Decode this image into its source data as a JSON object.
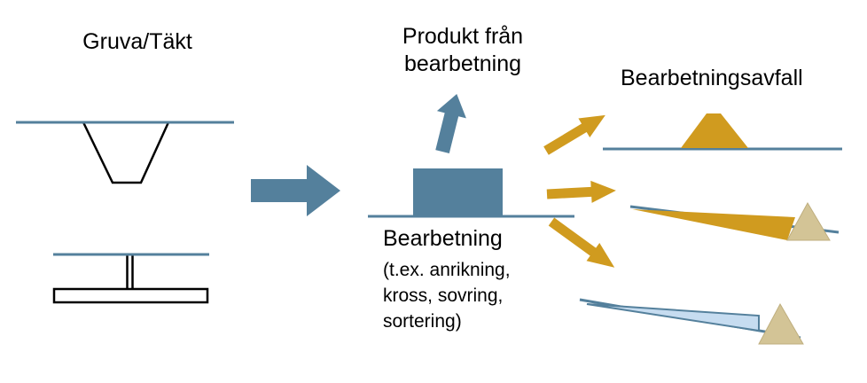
{
  "colors": {
    "steel": "#54809c",
    "gold": "#d09b1f",
    "tan": "#d3c496",
    "tan_edge": "#bfae7e",
    "water": "#c6dcf0",
    "black": "#000000",
    "white": "#ffffff"
  },
  "mine": {
    "label": "Gruva/Täkt"
  },
  "product": {
    "lines": [
      "Produkt från",
      "bearbetning"
    ]
  },
  "processing": {
    "title": "Bearbetning",
    "details": [
      "(t.ex. anrikning,",
      "kross, sovring,",
      "sortering)"
    ]
  },
  "waste": {
    "label": "Bearbetningsavfall"
  },
  "icons": {
    "open_pit": "open-pit-mine",
    "underground_mine": "underground-mine",
    "processing_plant": "processing-plant",
    "waste_rock_pile": "waste-rock-pile",
    "waste_rock_slope": "waste-rock-on-slope",
    "tailings_pond": "tailings-pond-with-dam"
  }
}
